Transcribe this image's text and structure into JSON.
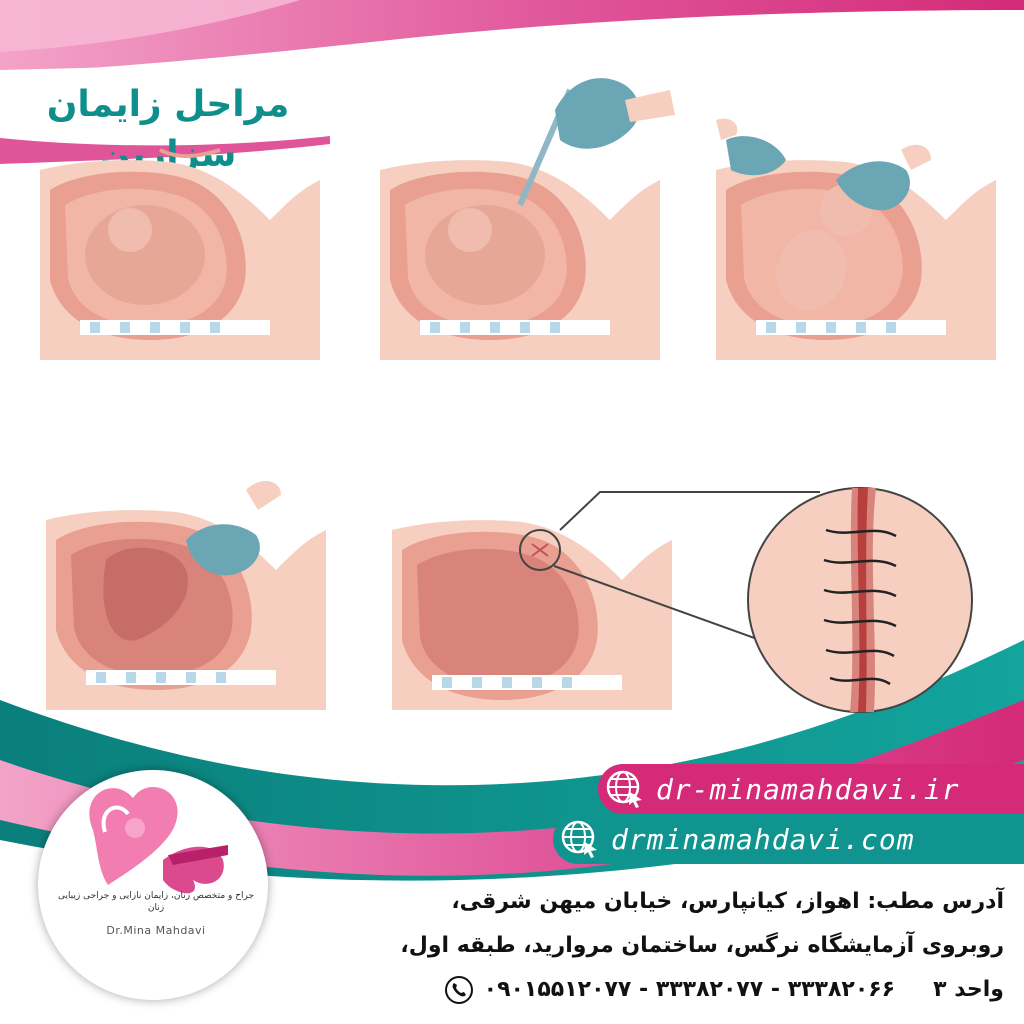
{
  "title": "مراحل زایمان سزارین",
  "links": {
    "site_ir": "dr-minamahdavi.ir",
    "site_com": "drminamahdavi.com"
  },
  "address": {
    "line1": "آدرس مطب: اهواز، کیانپارس، خیابان میهن شرقی،",
    "line2": "روبروی آزمایشگاه نرگس، ساختمان مروارید، طبقه اول،",
    "unit": "واحد ۳",
    "phones": "۳۳۳۸۲۰۶۶ - ۳۳۳۸۲۰۷۷ - ۰۹۰۱۵۵۱۲۰۷۷"
  },
  "logo": {
    "tagline_fa": "جراح و متخصص زنان، زایمان نازایی و جراحی زیبایی زنان",
    "name_en": "Dr.Mina  Mahdavi"
  },
  "icons": {
    "globe": "globe-cursor-icon",
    "phone": "phone-icon",
    "logo": "mother-baby-heart-logo"
  },
  "colors": {
    "pink": "#d42a78",
    "teal": "#10948f",
    "skin": "#f7cfc1",
    "uterus": "#e9a091",
    "glove": "#6aa6b3"
  }
}
